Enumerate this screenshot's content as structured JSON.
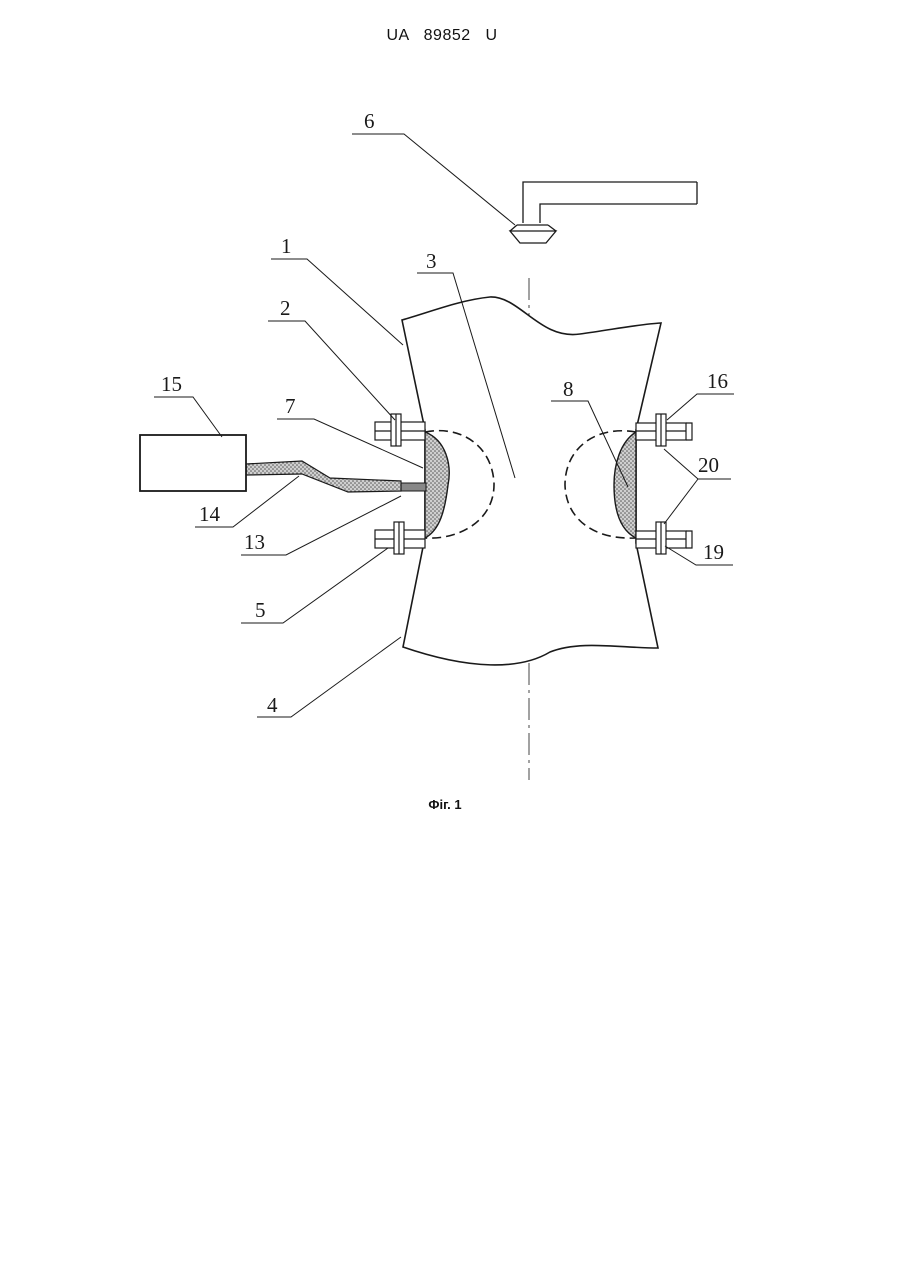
{
  "header": {
    "document_number": "UA   89852   U"
  },
  "figure": {
    "caption": "Фіг. 1",
    "labels": {
      "l1": "1",
      "l2": "2",
      "l3": "3",
      "l4": "4",
      "l5": "5",
      "l6": "6",
      "l7": "7",
      "l8": "8",
      "l13": "13",
      "l14": "14",
      "l15": "15",
      "l16": "16",
      "l19": "19",
      "l20": "20"
    }
  },
  "colors": {
    "line": "#1a1a1a",
    "fill": "#ffffff",
    "hatch": "#555555"
  }
}
